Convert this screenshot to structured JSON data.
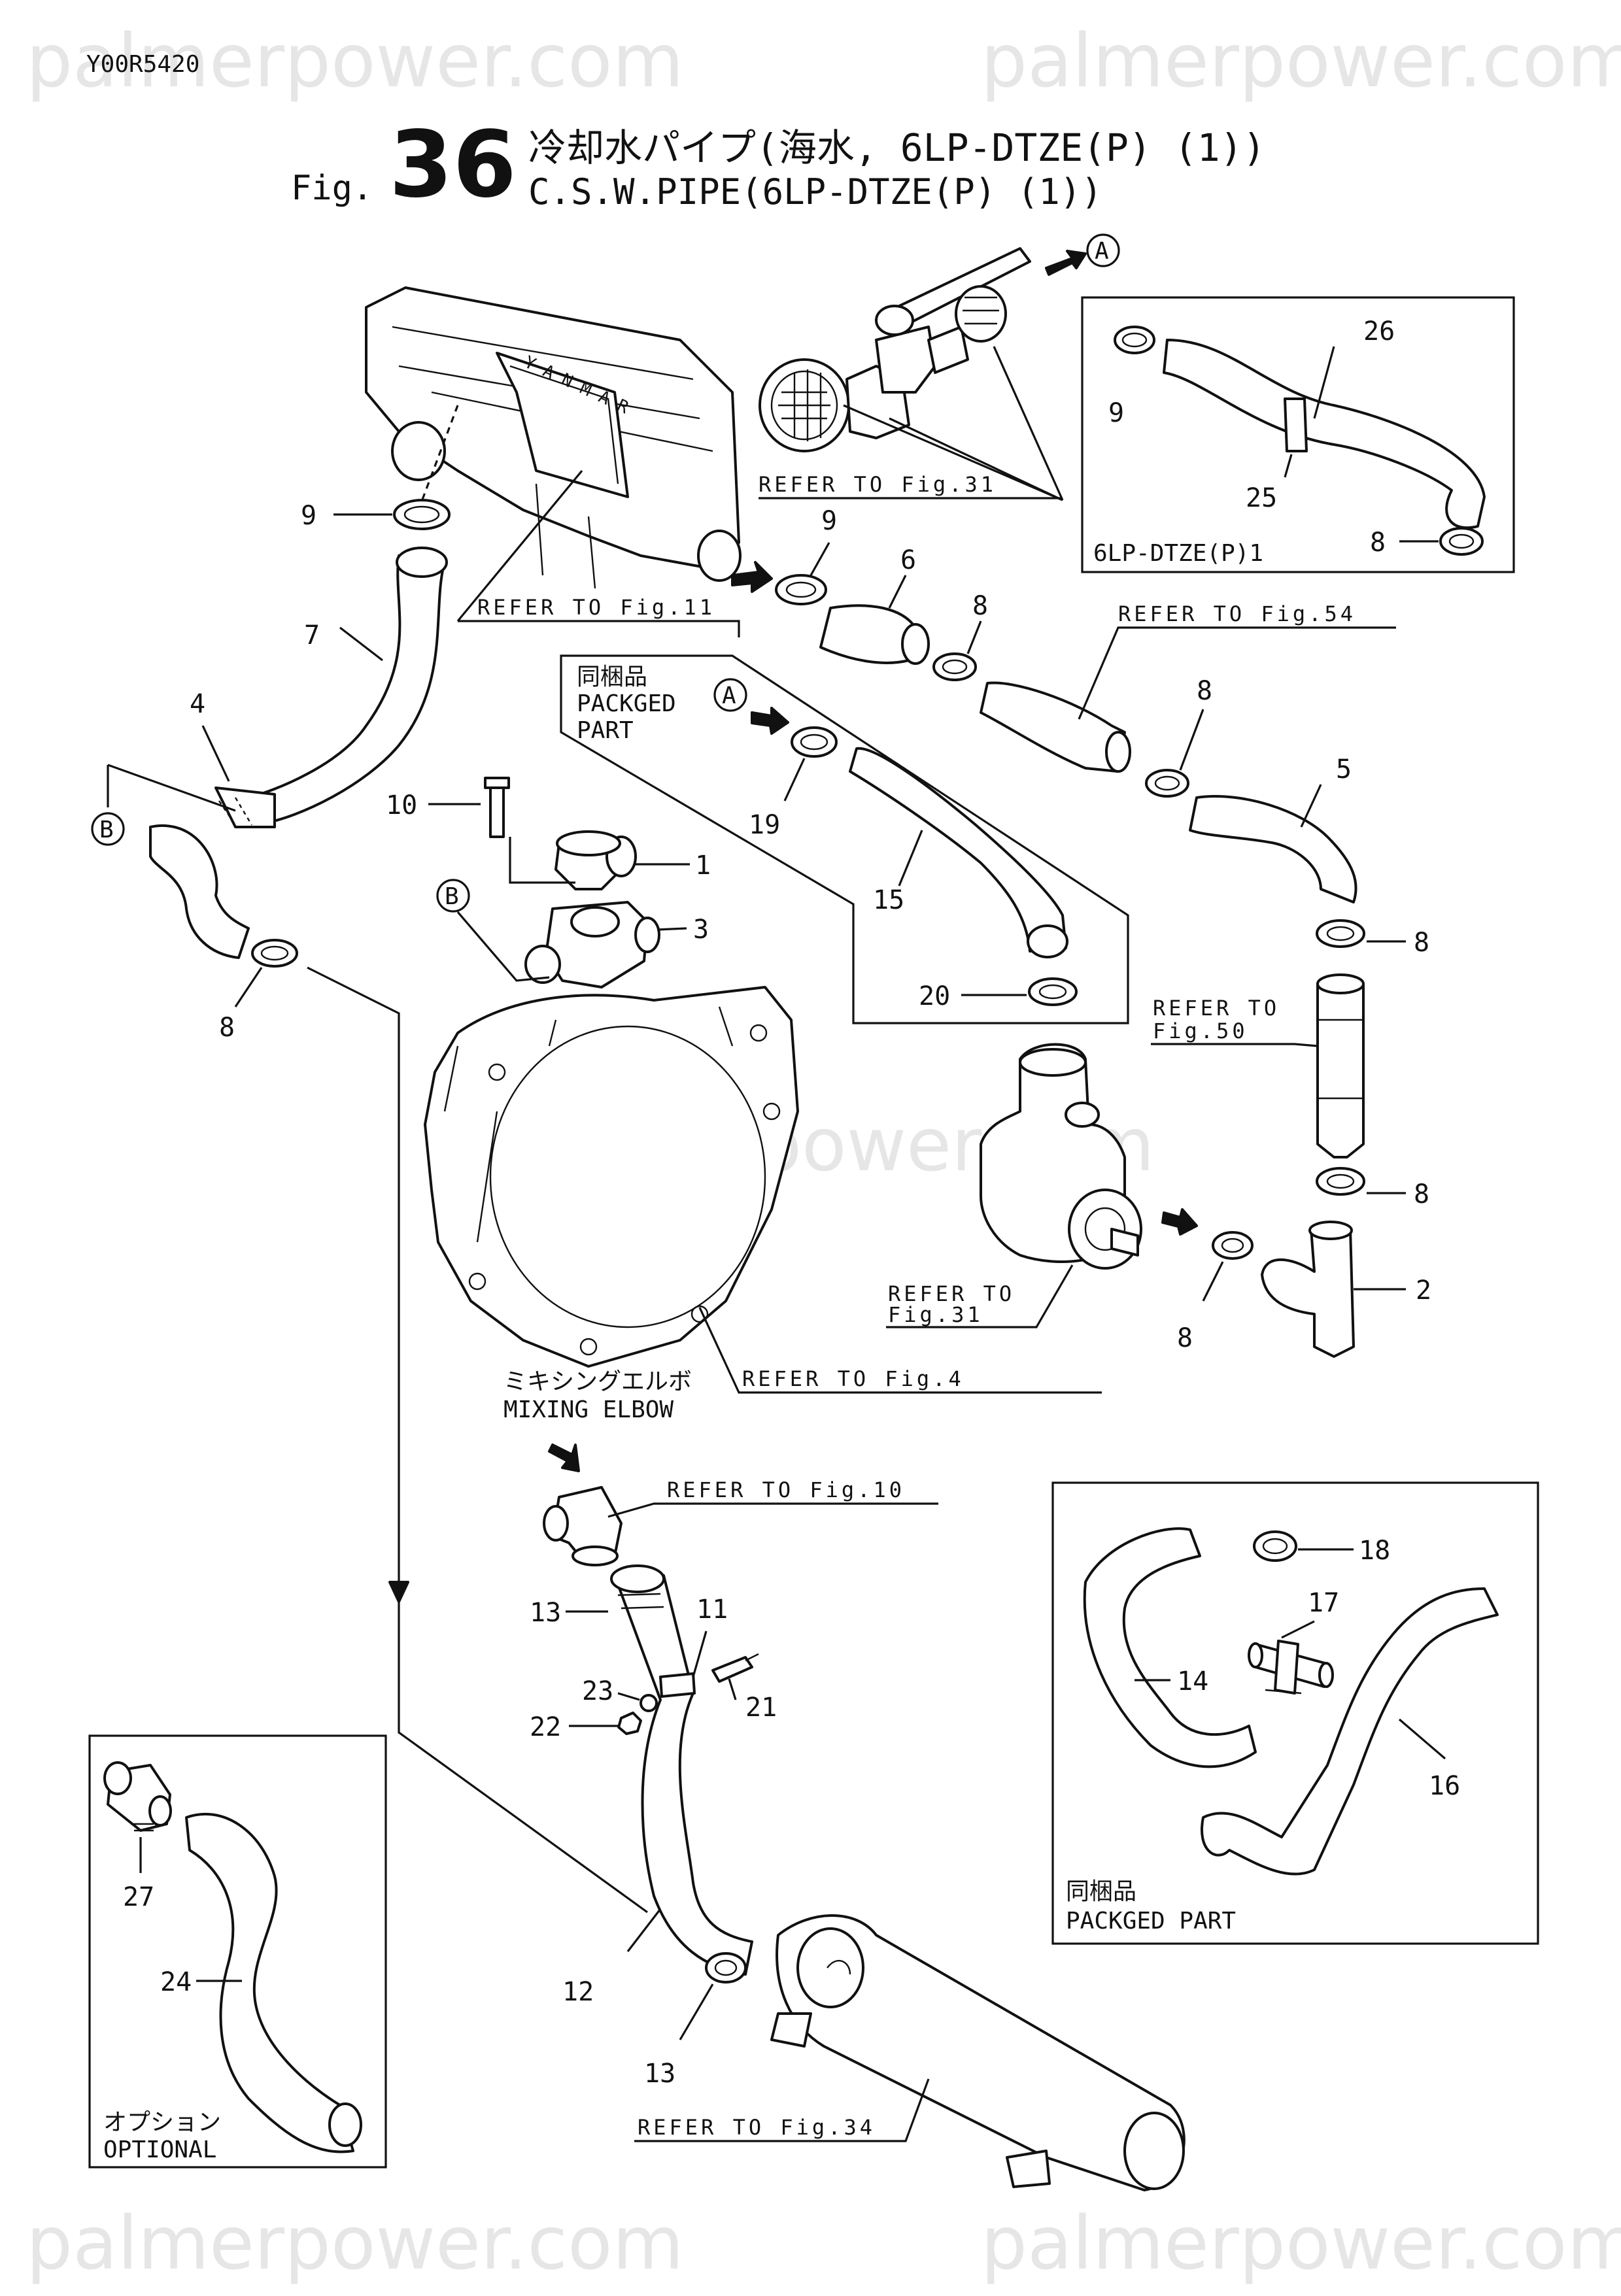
{
  "doc_code": "Y00R5420",
  "watermark": "palmerpower.com",
  "title": {
    "prefix": "Fig.",
    "number": "36",
    "japanese": "冷却水パイプ(海水, 6LP-DTZE(P) (1))",
    "english": "C.S.W.PIPE(6LP-DTZE(P) (1))"
  },
  "references": {
    "fig31_top": "REFER TO Fig.31",
    "fig11": "REFER TO Fig.11",
    "fig54": "REFER TO Fig.54",
    "fig50_line1": "REFER TO",
    "fig50_line2": "Fig.50",
    "fig31_line1": "REFER TO",
    "fig31_line2": "Fig.31",
    "fig4": "REFER TO Fig.4",
    "fig10": "REFER TO Fig.10",
    "fig34": "REFER TO Fig.34"
  },
  "inset_model": {
    "label": "6LP-DTZE(P)1"
  },
  "packaged_part": {
    "ja": "同梱品",
    "en_line1": "PACKGED",
    "en_line2": "PART",
    "en": "PACKGED PART"
  },
  "mixing_elbow": {
    "ja": "ミキシングエルボ",
    "en": "MIXING ELBOW"
  },
  "optional": {
    "ja": "オプション",
    "en": "OPTIONAL"
  },
  "markers": {
    "a": "A",
    "b": "B"
  },
  "callouts": {
    "c1": "1",
    "c2": "2",
    "c3": "3",
    "c4": "4",
    "c5": "5",
    "c6": "6",
    "c7": "7",
    "c8": "8",
    "c9": "9",
    "c10": "10",
    "c11": "11",
    "c12": "12",
    "c13": "13",
    "c14": "14",
    "c15": "15",
    "c16": "16",
    "c17": "17",
    "c18": "18",
    "c19": "19",
    "c20": "20",
    "c21": "21",
    "c22": "22",
    "c23": "23",
    "c24": "24",
    "c25": "25",
    "c26": "26",
    "c27": "27"
  }
}
